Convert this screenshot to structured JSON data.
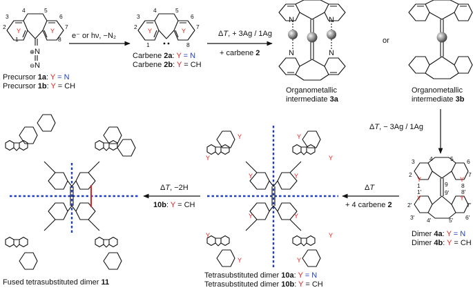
{
  "labels": {
    "precursor_1a_prefix": "Precursor ",
    "precursor_1a_id": "1a",
    "precursor_1a_y": "Y",
    "precursor_1a_val": " = N",
    "precursor_1b_prefix": "Precursor ",
    "precursor_1b_id": "1b",
    "precursor_1b_y": "Y",
    "precursor_1b_val": " = CH",
    "carbene_2a_prefix": "Carbene ",
    "carbene_2a_id": "2a",
    "carbene_2a_val": " = N",
    "carbene_2b_prefix": "Carbene ",
    "carbene_2b_id": "2b",
    "carbene_2b_val": " = CH",
    "organo_3a_line1": "Organometallic",
    "organo_3a_line2": "intermediate ",
    "organo_3a_id": "3a",
    "organo_3b_line1": "Organometallic",
    "organo_3b_line2": "intermediate ",
    "organo_3b_id": "3b",
    "or": "or",
    "dimer_4a_prefix": "Dimer ",
    "dimer_4a_id": "4a",
    "dimer_4a_val": " = N",
    "dimer_4b_prefix": "Dimer ",
    "dimer_4b_id": "4b",
    "dimer_4b_val": " = CH",
    "tetra_10a_prefix": "Tetrasubstituted dimer ",
    "tetra_10a_id": "10a",
    "tetra_10a_val": " = N",
    "tetra_10b_prefix": "Tetrasubstituted dimer ",
    "tetra_10b_id": "10b",
    "tetra_10b_val": " = CH",
    "fused_prefix": "Fused tetrasubstituted dimer ",
    "fused_id": "11",
    "y_symbol": "Y"
  },
  "arrows": {
    "a1_top": "e⁻ or hν, −N₂",
    "a2_top_pre": "Δ",
    "a2_top_T": "T",
    "a2_top_post": ", + 3Ag / 1Ag",
    "a2_bottom_pre": "+ carbene ",
    "a2_bottom_id": "2",
    "a3_pre": "Δ",
    "a3_T": "T",
    "a3_post": ", − 3Ag / 1Ag",
    "a4_top_pre": "Δ",
    "a4_top_T": "T",
    "a4_bottom_pre": "+ 4 carbene ",
    "a4_bottom_id": "2",
    "a5_top_pre": "Δ",
    "a5_top_T": "T",
    "a5_top_post": ", −2H",
    "a5_bottom_id": "10b",
    "a5_bottom_post": " = CH"
  },
  "atoms": {
    "diazo_plus": "⊕",
    "diazo_N1": "N",
    "diazo_N2": "N",
    "diazo_minus": "⊖",
    "metal_N": "N"
  },
  "numbering": {
    "n1": "1",
    "n2": "2",
    "n3": "3",
    "n4": "4",
    "n5": "5",
    "n6": "6",
    "n7": "7",
    "n8": "8",
    "n9": "9",
    "n1p": "1'",
    "n2p": "2'",
    "n3p": "3'",
    "n4p": "4'",
    "n5p": "5'",
    "n6p": "6'",
    "n7p": "7'",
    "n8p": "8'",
    "n9p": "9'"
  },
  "colors": {
    "y_atom": "#e0201c",
    "n_value": "#1f3fbf",
    "dash_line": "#1f3fbf",
    "highlight_bond": "#e0201c"
  }
}
